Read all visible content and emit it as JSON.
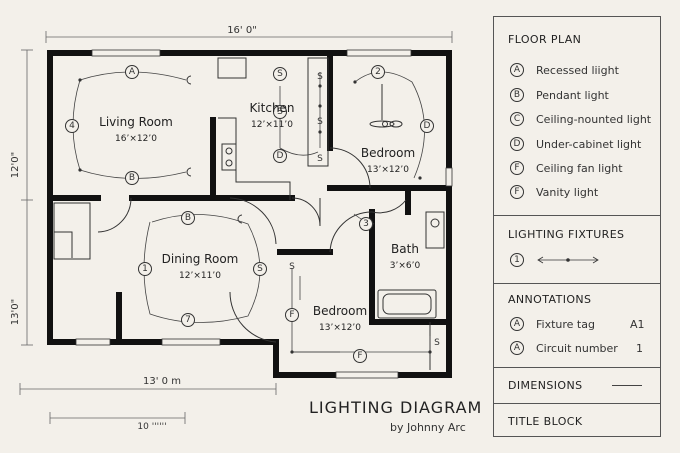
{
  "dimensions": {
    "top": "16' 0\"",
    "left_upper": "12'0\"",
    "left_lower": "13'0\"",
    "bottom": "13' 0 m",
    "scale": "10 ''''''"
  },
  "rooms": {
    "living": {
      "name": "Living Room",
      "size": "16’×12’0"
    },
    "kitchen": {
      "name": "Kitchen",
      "size": "12’×11’0"
    },
    "bedroom1": {
      "name": "Bedroom",
      "size": "13’×12’0"
    },
    "dining": {
      "name": "Dining Room",
      "size": "12’×11’0"
    },
    "bath": {
      "name": "Bath",
      "size": "3’×6’0"
    },
    "bedroom2": {
      "name": "Bedroom",
      "size": "13’×12’0"
    }
  },
  "fixture_tags": {
    "living_a": "A",
    "living_4": "4",
    "living_b": "B",
    "kitchen_s1": "S",
    "kitchen_s2": "S",
    "kitchen_d": "D",
    "bed1_2": "2",
    "bed1_d": "D",
    "dining_b": "B",
    "dining_1": "1",
    "dining_s": "S",
    "dining_7": "7",
    "hall_3": "3",
    "bed2_f1": "F",
    "bed2_f2": "F",
    "bed2_s": "S",
    "bath_s": "S"
  },
  "title_block": {
    "title": "LIGHTING DIAGRAM",
    "author": "by Johnny Arc"
  },
  "legend": {
    "floor_plan": {
      "title": "FLOOR PLAN",
      "items": [
        {
          "symbol": "A",
          "label": "Recessed liight"
        },
        {
          "symbol": "B",
          "label": "Pendant light"
        },
        {
          "symbol": "C",
          "label": "Ceiling-nounted light"
        },
        {
          "symbol": "D",
          "label": "Under-cabinet light"
        },
        {
          "symbol": "F",
          "label": "Ceiling fan light"
        },
        {
          "symbol": "F",
          "label": "Vanity light"
        }
      ]
    },
    "lighting_fixtures": {
      "title": "LIGHTING FIXTURES",
      "symbol": "1"
    },
    "annotations": {
      "title": "ANNOTATIONS",
      "items": [
        {
          "symbol": "A",
          "label": "Fixture tag",
          "value": "A1"
        },
        {
          "symbol": "A",
          "label": "Circuit number",
          "value": "1"
        }
      ]
    },
    "dimensions_title": "DIMENSIONS",
    "title_block_label": "TITLE BLOCK"
  },
  "colors": {
    "background": "#f3f0ea",
    "wall": "#111111",
    "line": "#333333"
  }
}
